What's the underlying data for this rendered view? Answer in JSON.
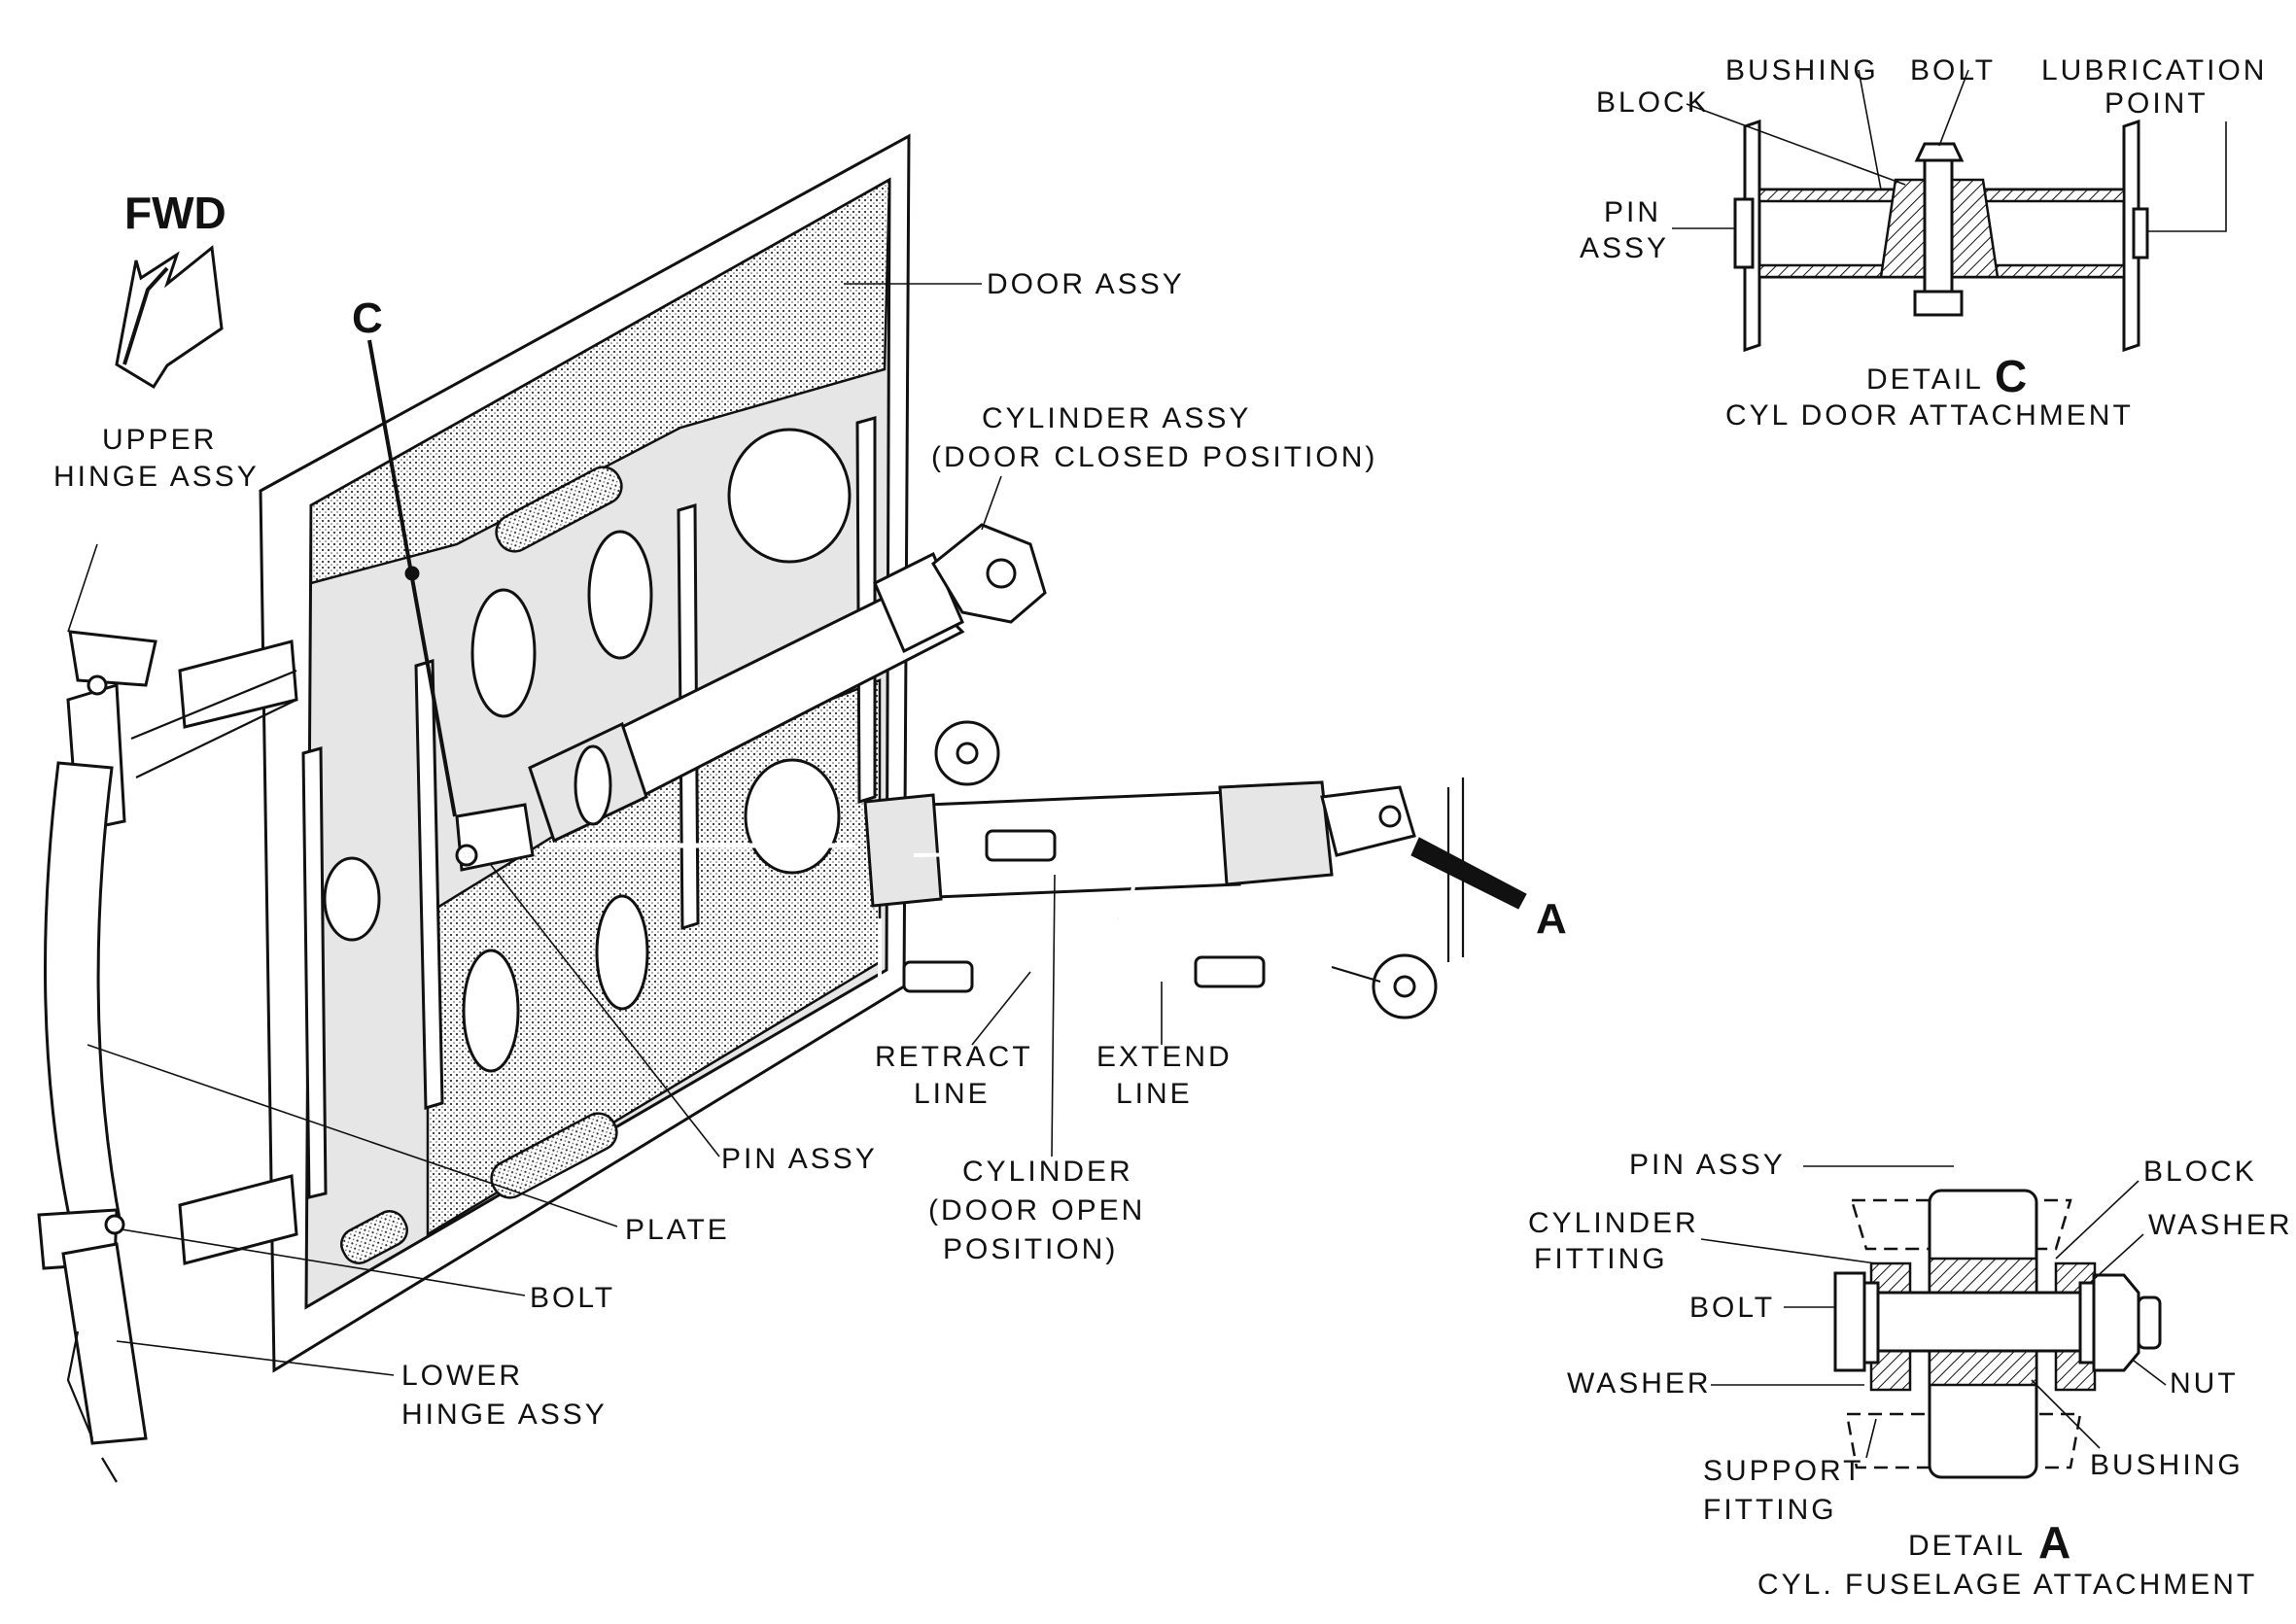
{
  "figure": {
    "fwd_label": "FWD",
    "labels": {
      "door_assy": "DOOR ASSY",
      "cylinder_assy_1": "CYLINDER ASSY",
      "cylinder_assy_2": "(DOOR CLOSED POSITION)",
      "upper_hinge_1": "UPPER",
      "upper_hinge_2": "HINGE ASSY",
      "retract_1": "RETRACT",
      "retract_2": "LINE",
      "extend_1": "EXTEND",
      "extend_2": "LINE",
      "pin_assy": "PIN ASSY",
      "cylinder_1": "CYLINDER",
      "cylinder_2": "(DOOR OPEN",
      "cylinder_3": "POSITION)",
      "plate": "PLATE",
      "bolt": "BOLT",
      "lower_hinge_1": "LOWER",
      "lower_hinge_2": "HINGE ASSY"
    },
    "callout_c": "C",
    "callout_a": "A"
  },
  "detail_c": {
    "labels": {
      "bushing": "BUSHING",
      "bolt": "BOLT",
      "lubrication_1": "LUBRICATION",
      "lubrication_2": "POINT",
      "block": "BLOCK",
      "pin_1": "PIN",
      "pin_2": "ASSY"
    },
    "detail_word": "DETAIL",
    "letter": "C",
    "caption": "CYL DOOR ATTACHMENT"
  },
  "detail_a": {
    "labels": {
      "pin_assy": "PIN ASSY",
      "block": "BLOCK",
      "cyl_fitting_1": "CYLINDER",
      "cyl_fitting_2": "FITTING",
      "washer_r": "WASHER",
      "bolt": "BOLT",
      "washer_l": "WASHER",
      "nut": "NUT",
      "support_1": "SUPPORT",
      "support_2": "FITTING",
      "bushing": "BUSHING"
    },
    "detail_word": "DETAIL",
    "letter": "A",
    "caption": "CYL. FUSELAGE ATTACHMENT"
  }
}
